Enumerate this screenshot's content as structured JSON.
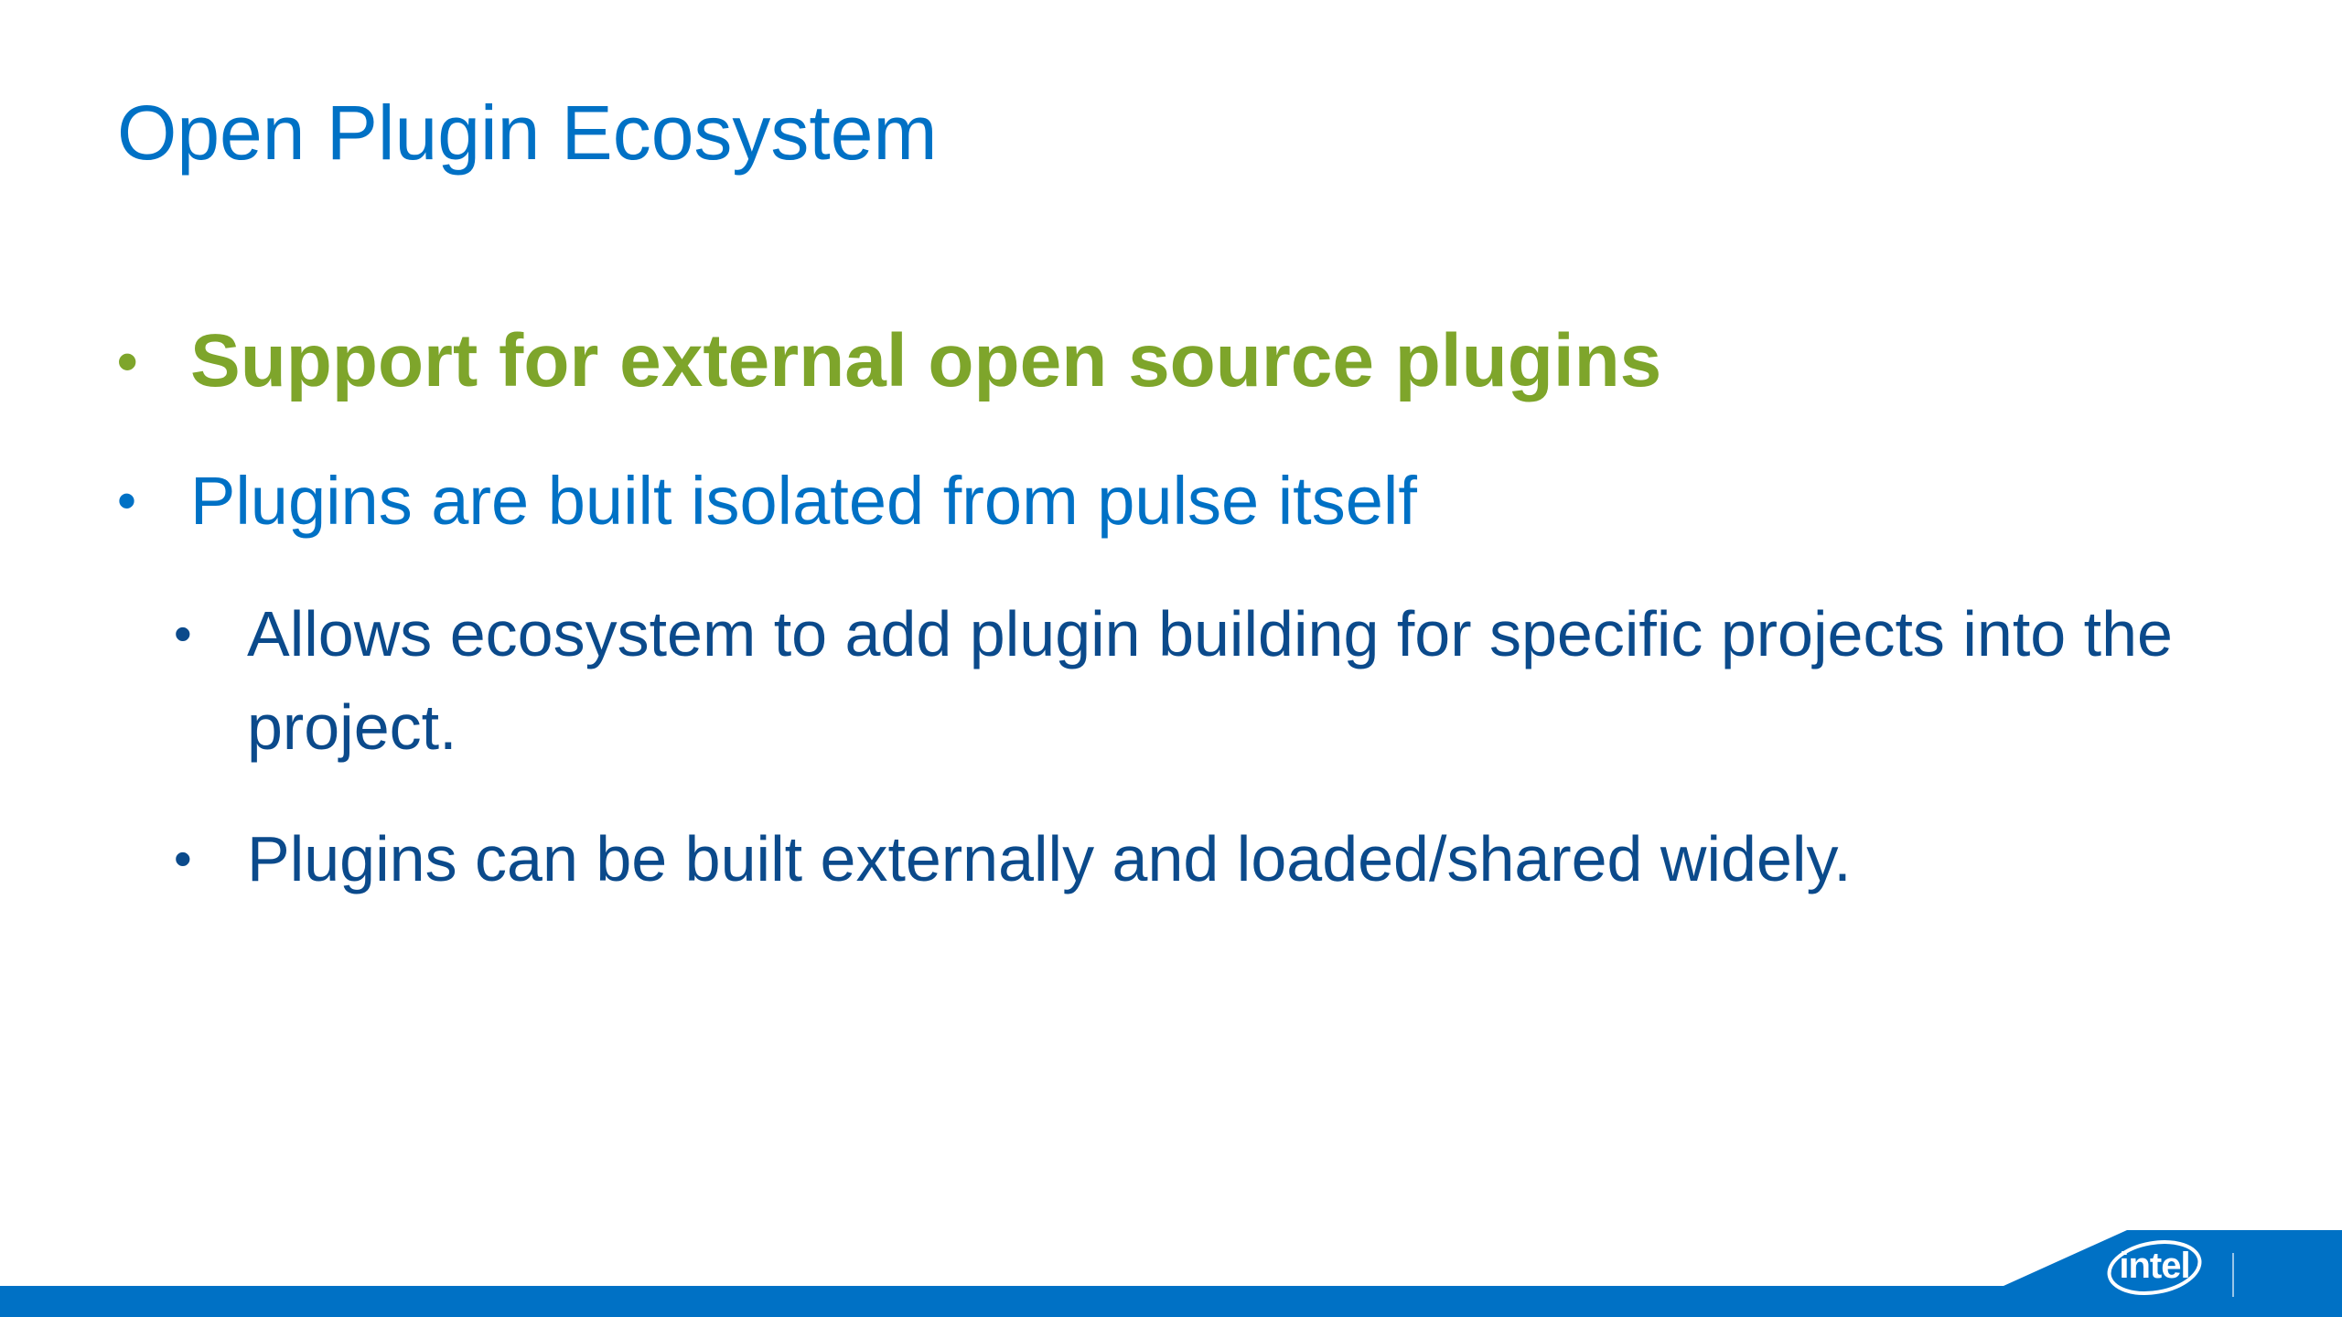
{
  "slide": {
    "title": "Open Plugin Ecosystem",
    "bullets": [
      {
        "level": 1,
        "text": "Support for external open source plugins"
      },
      {
        "level": 1,
        "text": "Plugins are built isolated from pulse itself"
      },
      {
        "level": 2,
        "text": "Allows ecosystem to add plugin building for specific projects into the project."
      },
      {
        "level": 2,
        "text": "Plugins can be built externally and loaded/shared widely."
      }
    ],
    "bullet_symbol": "•"
  },
  "footer": {
    "logo_text": "intel",
    "brand_color": "#0071c5",
    "accent_green": "#7ea52b"
  }
}
